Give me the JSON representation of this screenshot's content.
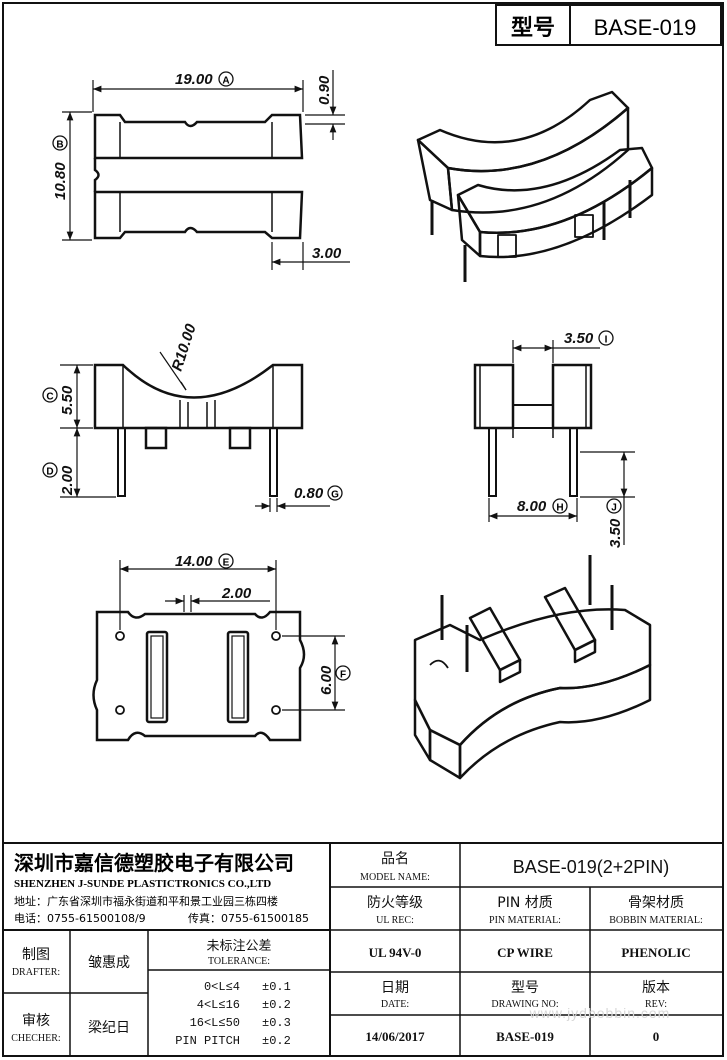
{
  "header": {
    "model_label": "型号",
    "model_value": "BASE-019"
  },
  "dimensions": {
    "top_width": "19.00",
    "top_width_ref": "A",
    "top_depth": "0.90",
    "top_height": "10.80",
    "top_height_ref": "B",
    "top_slot": "3.00",
    "radius": "R10.00",
    "front_height": "5.50",
    "front_height_ref": "C",
    "pin_len": "2.00",
    "pin_len_ref": "D",
    "pin_dia": "0.80",
    "pin_dia_ref": "G",
    "side_gap": "3.50",
    "side_gap_ref": "I",
    "side_pin": "8.00",
    "side_pin_ref": "H",
    "side_pin_len": "3.50",
    "side_pin_len_ref": "J",
    "bottom_width": "14.00",
    "bottom_width_ref": "E",
    "bottom_gap": "2.00",
    "bottom_height": "6.00",
    "bottom_height_ref": "F"
  },
  "company": {
    "name_cn": "深圳市嘉信德塑胶电子有限公司",
    "name_en": "SHENZHEN J-SUNDE PLASTICTRONICS CO.,LTD",
    "address": "地址：广东省深圳市福永街道和平和景工业园三栋四楼",
    "phone": "电话：0755-61500108/9",
    "fax": "传真：0755-61500185"
  },
  "title_block": {
    "model_name_cn": "品名",
    "model_name_en": "MODEL NAME:",
    "model_name_value": "BASE-019(2+2PIN)",
    "ul_cn": "防火等级",
    "ul_en": "UL REC:",
    "pin_mat_cn": "PIN 材质",
    "pin_mat_en": "PIN MATERIAL:",
    "bobbin_cn": "骨架材质",
    "bobbin_en": "BOBBIN MATERIAL:",
    "ul_value": "UL 94V-0",
    "pin_value": "CP WIRE",
    "bobbin_value": "PHENOLIC",
    "date_cn": "日期",
    "date_en": "DATE:",
    "drawing_cn": "型号",
    "drawing_en": "DRAWING NO:",
    "rev_cn": "版本",
    "rev_en": "REV:",
    "date_value": "14/06/2017",
    "drawing_value": "BASE-019",
    "rev_value": "0",
    "drafter_cn": "制图",
    "drafter_en": "DRAFTER:",
    "drafter_name": "皱惠成",
    "checker_cn": "审核",
    "checker_en": "CHECHER:",
    "checker_name": "梁纪日",
    "tol_cn": "未标注公差",
    "tol_en": "TOLERANCE:",
    "tolerances": [
      {
        "range": "0<L≤4",
        "value": "±0.1"
      },
      {
        "range": "4<L≤16",
        "value": "±0.2"
      },
      {
        "range": "16<L≤50",
        "value": "±0.3"
      },
      {
        "range": "PIN PITCH",
        "value": "±0.2"
      }
    ]
  },
  "watermark": "www.jydbobbin.com"
}
